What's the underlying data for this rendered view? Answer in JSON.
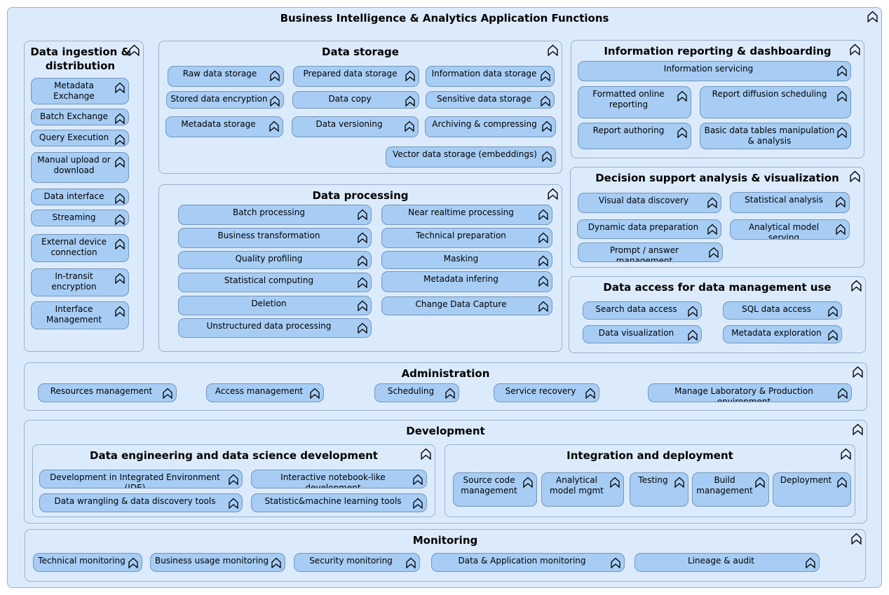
{
  "title": "Business Intelligence & Analytics Application Functions",
  "icon": "function-icon",
  "colors": {
    "container": "#dcebfb",
    "container_border": "#98b2cf",
    "function": "#a7cdf5",
    "function_border": "#7496bb"
  },
  "ingestion": {
    "title": "Data ingestion & distribution",
    "items": [
      "Metadata Exchange",
      "Batch Exchange",
      "Query Execution",
      "Manual upload or download",
      "Data interface",
      "Streaming",
      "External device connection",
      "In-transit encryption",
      "Interface Management"
    ]
  },
  "storage": {
    "title": "Data storage",
    "items": [
      "Raw data storage",
      "Prepared data storage",
      "Information data storage",
      "Stored data encryption",
      "Data copy",
      "Sensitive data storage",
      "Metadata storage",
      "Data versioning",
      "Archiving & compressing",
      "Vector data storage (embeddings)"
    ]
  },
  "processing": {
    "title": "Data processing",
    "items": [
      "Batch processing",
      "Near realtime processing",
      "Business transformation",
      "Technical preparation",
      "Quality profiling",
      "Masking",
      "Statistical computing",
      "Metadata infering",
      "Deletion",
      "Change Data Capture",
      "Unstructured data processing"
    ]
  },
  "reporting": {
    "title": "Information reporting & dashboarding",
    "items": [
      "Information servicing",
      "Formatted online reporting",
      "Report diffusion scheduling",
      "Report authoring",
      "Basic data tables manipulation & analysis"
    ]
  },
  "decision": {
    "title": "Decision support analysis & visualization",
    "items": [
      "Visual data discovery",
      "Statistical analysis",
      "Dynamic data preparation",
      "Analytical model serving",
      "Prompt / answer management"
    ]
  },
  "access": {
    "title": "Data access for data management use",
    "items": [
      "Search data access",
      "SQL data access",
      "Data visualization",
      "Metadata exploration"
    ]
  },
  "administration": {
    "title": "Administration",
    "items": [
      "Resources management",
      "Access management",
      "Scheduling",
      "Service recovery",
      "Manage Laboratory & Production environment"
    ]
  },
  "development": {
    "title": "Development",
    "engineering": {
      "title": "Data engineering and data science development",
      "items": [
        "Development in Integrated Environment (IDE)",
        "Interactive notebook-like development",
        "Data wrangling & data discovery tools",
        "Statistic&machine learning tools"
      ]
    },
    "integration": {
      "title": "Integration and deployment",
      "items": [
        "Source code management",
        "Analytical model mgmt",
        "Testing",
        "Build management",
        "Deployment"
      ]
    }
  },
  "monitoring": {
    "title": "Monitoring",
    "items": [
      "Technical monitoring",
      "Business usage monitoring",
      "Security monitoring",
      "Data & Application monitoring",
      "Lineage & audit"
    ]
  }
}
